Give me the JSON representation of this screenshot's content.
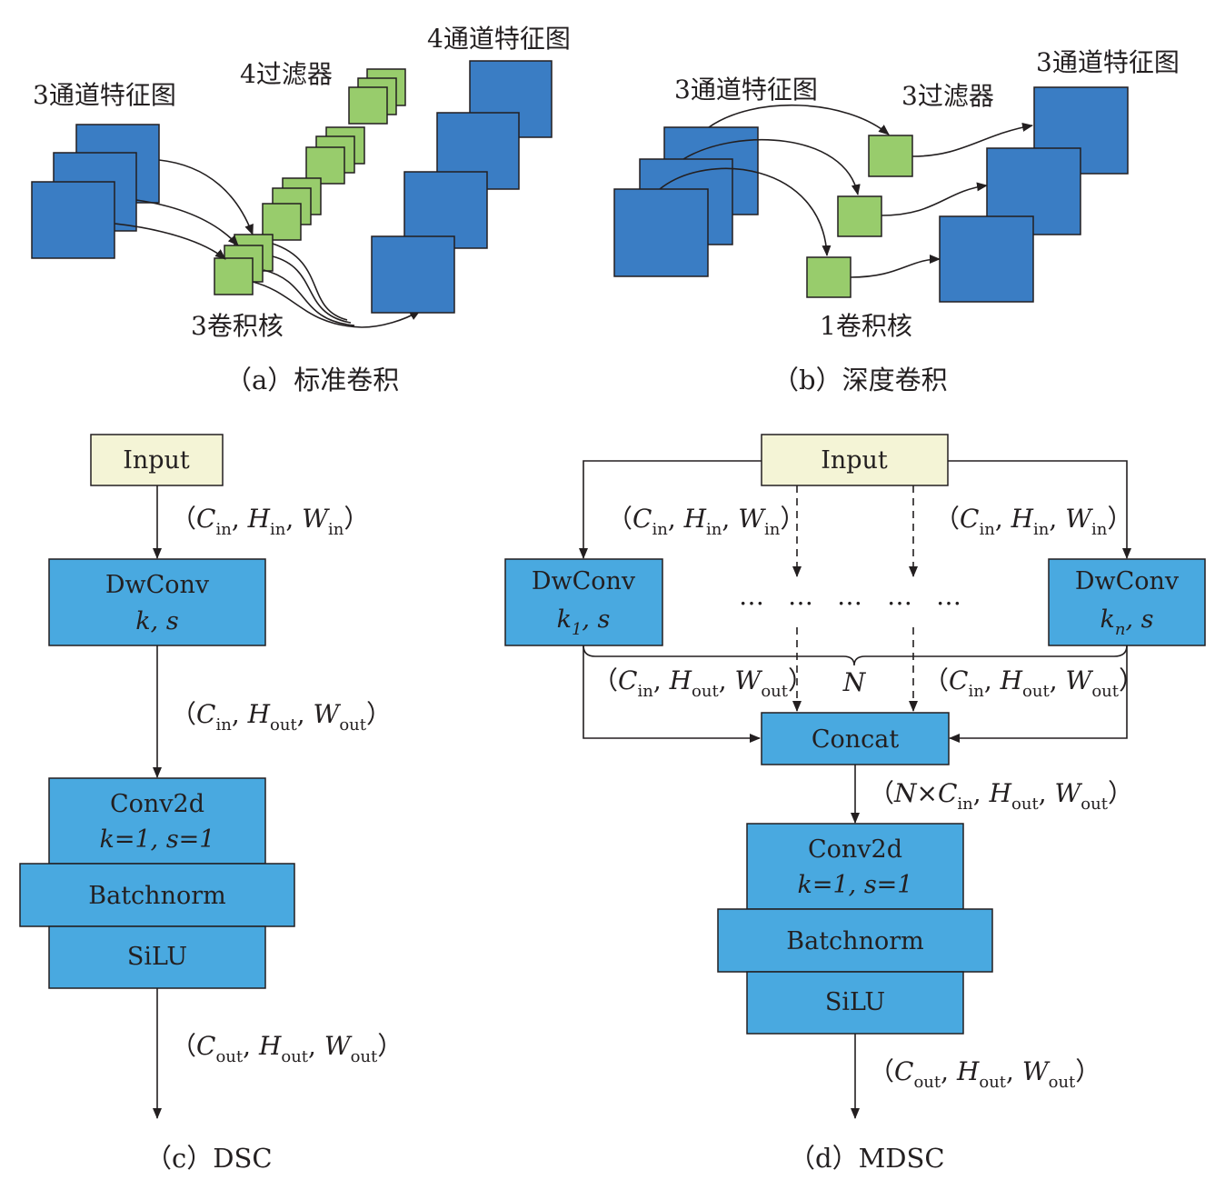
{
  "colors": {
    "feature_map": "#3a7dc4",
    "filter": "#98cc6c",
    "module_box": "#49a9e0",
    "input_box": "#f4f4d6",
    "line": "#231f20"
  },
  "panel_a": {
    "caption": "（a）标准卷积",
    "input_label": "3通道特征图",
    "filters_label": "4过滤器",
    "output_label": "4通道特征图",
    "kernel_label": "3卷积核"
  },
  "panel_b": {
    "caption": "（b）深度卷积",
    "input_label": "3通道特征图",
    "filters_label": "3过滤器",
    "output_label": "3通道特征图",
    "kernel_label": "1卷积核"
  },
  "panel_c": {
    "caption": "（c）DSC",
    "input": "Input",
    "dw_title": "DwConv",
    "dw_param": "k, s",
    "conv_title": "Conv2d",
    "conv_param": "k=1, s=1",
    "bn": "Batchnorm",
    "act": "SiLU",
    "shape1": {
      "open": "（",
      "c": "C",
      "c_sub": "in",
      "h": "H",
      "h_sub": "in",
      "w": "W",
      "w_sub": "in",
      "close": "）"
    },
    "shape2": {
      "open": "（",
      "c": "C",
      "c_sub": "in",
      "h": "H",
      "h_sub": "out",
      "w": "W",
      "w_sub": "out",
      "close": "）"
    },
    "shape3": {
      "open": "（",
      "c": "C",
      "c_sub": "out",
      "h": "H",
      "h_sub": "out",
      "w": "W",
      "w_sub": "out",
      "close": "）"
    }
  },
  "panel_d": {
    "caption": "（d）MDSC",
    "input": "Input",
    "dw_left_title": "DwConv",
    "dw_left_k": "k",
    "dw_left_k_sub": "1",
    "dw_left_s": ", s",
    "dw_right_title": "DwConv",
    "dw_right_k": "k",
    "dw_right_k_sub": "n",
    "dw_right_s": ", s",
    "ellipses": [
      "…",
      "…",
      "…",
      "…",
      "…"
    ],
    "n_label": "N",
    "concat": "Concat",
    "conv_title": "Conv2d",
    "conv_param": "k=1, s=1",
    "bn": "Batchnorm",
    "act": "SiLU",
    "shape_in_left": {
      "open": "（",
      "c": "C",
      "c_sub": "in",
      "h": "H",
      "h_sub": "in",
      "w": "W",
      "w_sub": "in",
      "close": "）"
    },
    "shape_in_right": {
      "open": "（",
      "c": "C",
      "c_sub": "in",
      "h": "H",
      "h_sub": "in",
      "w": "W",
      "w_sub": "in",
      "close": "）"
    },
    "shape_mid_left": {
      "open": "（",
      "c": "C",
      "c_sub": "in",
      "h": "H",
      "h_sub": "out",
      "w": "W",
      "w_sub": "out",
      "close": "）"
    },
    "shape_mid_right": {
      "open": "（",
      "c": "C",
      "c_sub": "in",
      "h": "H",
      "h_sub": "out",
      "w": "W",
      "w_sub": "out",
      "close": "）"
    },
    "shape_concat": {
      "open": "（",
      "nx": "N×",
      "c": "C",
      "c_sub": "in",
      "h": "H",
      "h_sub": "out",
      "w": "W",
      "w_sub": "out",
      "close": "）"
    },
    "shape_out": {
      "open": "（",
      "c": "C",
      "c_sub": "out",
      "h": "H",
      "h_sub": "out",
      "w": "W",
      "w_sub": "out",
      "close": "）"
    }
  }
}
